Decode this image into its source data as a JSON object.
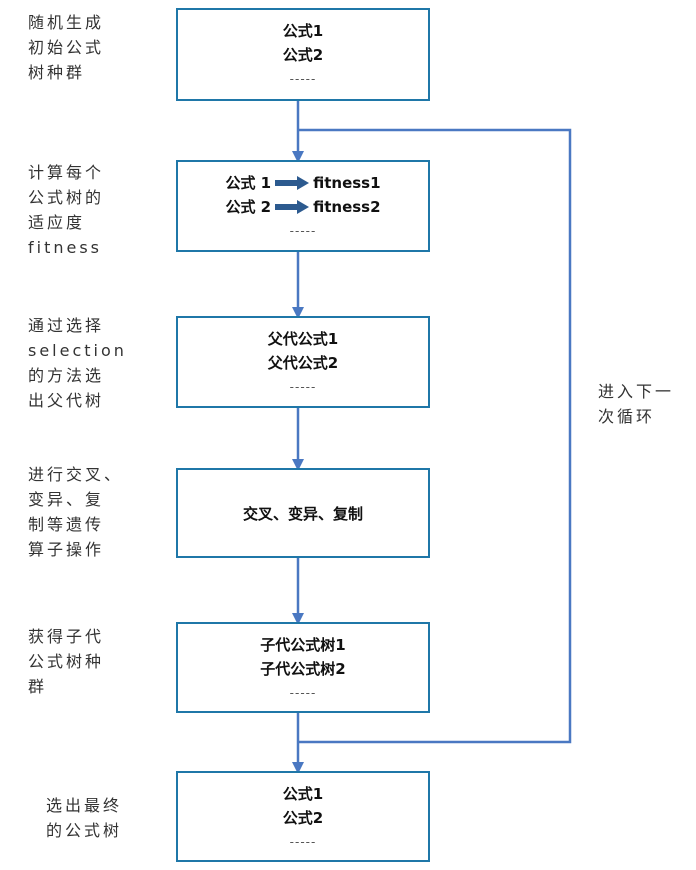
{
  "steps": [
    {
      "side": [
        "随机生成",
        "初始公式",
        "树种群"
      ],
      "box": [
        "公式1",
        "公式2",
        "-----"
      ]
    },
    {
      "side": [
        "计算每个",
        "公式树的",
        "适应度",
        "fitness"
      ],
      "box_fit": [
        {
          "formula": "公式 1",
          "fitness": "fitness1"
        },
        {
          "formula": "公式 2",
          "fitness": "fitness2"
        }
      ],
      "dots": "-----"
    },
    {
      "side": [
        "通过选择",
        "selection",
        "的方法选",
        "出父代树"
      ],
      "box": [
        "父代公式1",
        "父代公式2",
        "-----"
      ]
    },
    {
      "side": [
        "进行交叉、",
        "变异、复",
        "制等遗传",
        "算子操作"
      ],
      "box": [
        "交叉、变异、复制"
      ]
    },
    {
      "side": [
        "获得子代",
        "公式树种",
        "群"
      ],
      "box": [
        "子代公式树1",
        "子代公式树2",
        "-----"
      ]
    },
    {
      "side": [
        "选出最终",
        "的公式树"
      ],
      "box": [
        "公式1",
        "公式2",
        "-----"
      ]
    }
  ],
  "loop_label": [
    "进入下一",
    "次循环"
  ],
  "colors": {
    "border": "#1f77a8",
    "arrow": "#4a78c2",
    "fit_arrow": "#2c5a8f"
  }
}
